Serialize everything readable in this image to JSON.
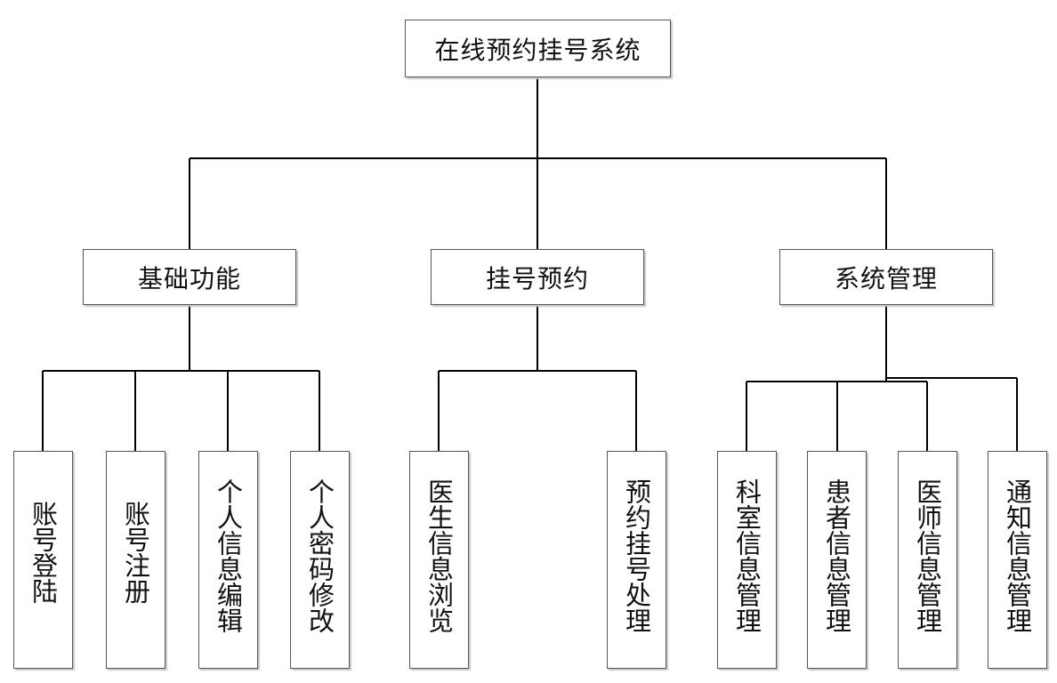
{
  "root": {
    "label": "在线预约挂号系统"
  },
  "modules": [
    {
      "label": "基础功能",
      "children": [
        "账号登陆",
        "账号注册",
        "个人信息编辑",
        "个人密码修改"
      ]
    },
    {
      "label": "挂号预约",
      "children": [
        "医生信息浏览",
        "预约挂号处理"
      ]
    },
    {
      "label": "系统管理",
      "children": [
        "科室信息管理",
        "患者信息管理",
        "医师信息管理",
        "通知信息管理"
      ]
    }
  ]
}
